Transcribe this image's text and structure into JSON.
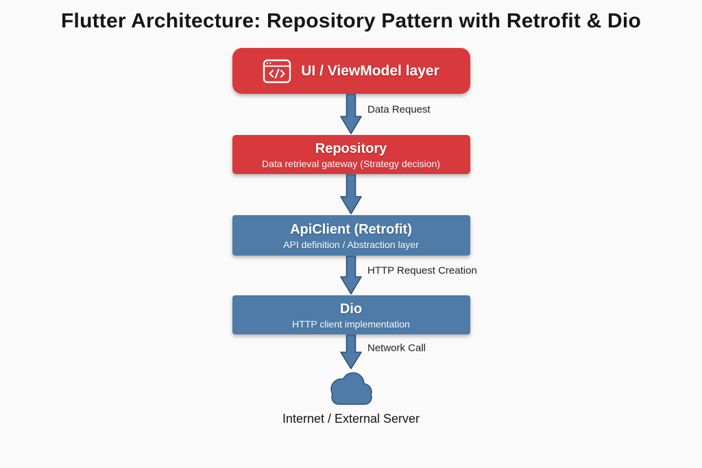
{
  "title": "Flutter Architecture: Repository Pattern with Retrofit & Dio",
  "nodes": [
    {
      "id": "ui-viewmodel",
      "label": "UI / ViewModel layer",
      "sub": "",
      "color": "#d8393c",
      "icon": "code-window-icon"
    },
    {
      "id": "repository",
      "label": "Repository",
      "sub": "Data retrieval gateway (Strategy decision)",
      "color": "#d8393c"
    },
    {
      "id": "apiclient",
      "label": "ApiClient (Retrofit)",
      "sub": "API definition / Abstraction layer",
      "color": "#4e7ba7"
    },
    {
      "id": "dio",
      "label": "Dio",
      "sub": "HTTP client implementation",
      "color": "#4e7ba7"
    }
  ],
  "arrows": [
    {
      "from": "ui-viewmodel",
      "to": "repository",
      "label": "Data Request"
    },
    {
      "from": "repository",
      "to": "apiclient",
      "label": ""
    },
    {
      "from": "apiclient",
      "to": "dio",
      "label": "HTTP Request Creation"
    },
    {
      "from": "dio",
      "to": "internet",
      "label": "Network Call"
    }
  ],
  "endpoint": {
    "id": "internet",
    "label": "Internet / External Server",
    "icon": "cloud-icon"
  },
  "colors": {
    "red_box": "#d8393c",
    "blue_box": "#4e7ba7",
    "arrow_fill": "#4e7ba7",
    "arrow_stroke": "#2e4f70",
    "background": "#fbfafa",
    "text_dark": "#151515",
    "text_light": "#ffffff"
  }
}
